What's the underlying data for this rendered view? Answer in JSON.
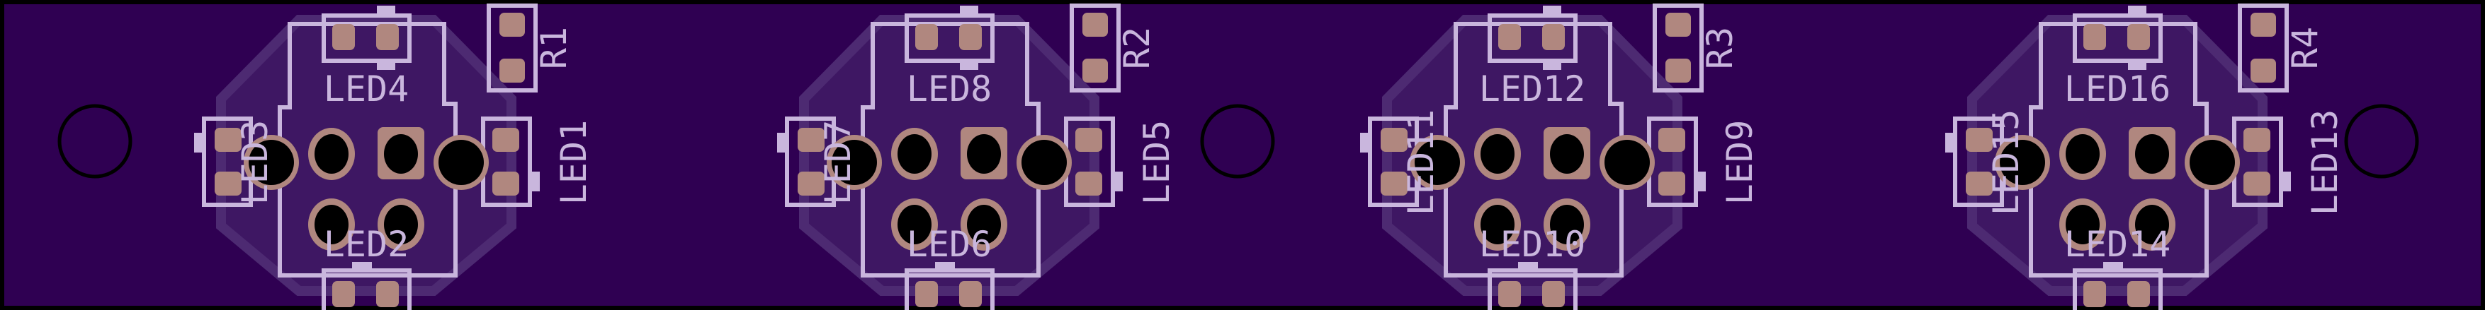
{
  "board": {
    "colors": {
      "substrate": "#2f0052",
      "pour": "#3e1763",
      "silkscreen": "#c9b6dd",
      "copper": "#b0877f",
      "drill": "#000000"
    },
    "mounting_holes": 3
  },
  "modules": [
    {
      "top": "LED4",
      "bottom": "LED2",
      "left": "LED3",
      "right": "LED1",
      "resistor": "R1"
    },
    {
      "top": "LED8",
      "bottom": "LED6",
      "left": "LED7",
      "right": "LED5",
      "resistor": "R2"
    },
    {
      "top": "LED12",
      "bottom": "LED10",
      "left": "LED11",
      "right": "LED9",
      "resistor": "R3"
    },
    {
      "top": "LED16",
      "bottom": "LED14",
      "left": "LED15",
      "right": "LED13",
      "resistor": "R4"
    }
  ]
}
